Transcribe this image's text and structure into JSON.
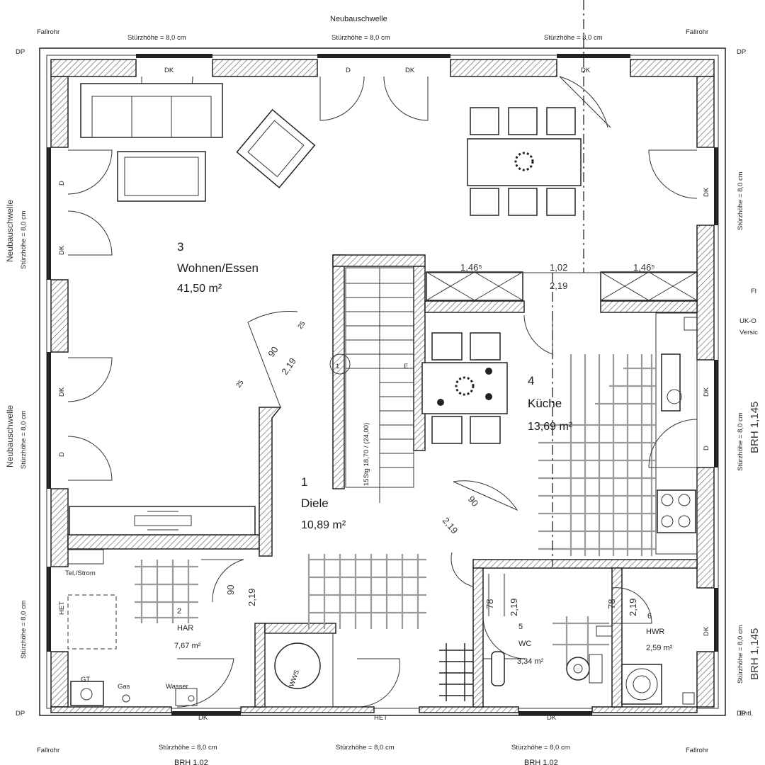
{
  "rooms": [
    {
      "num": "3",
      "name": "Wohnen/Essen",
      "area": "41,50 m²"
    },
    {
      "num": "4",
      "name": "Küche",
      "area": "13,69 m²"
    },
    {
      "num": "1",
      "name": "Diele",
      "area": "10,89 m²"
    },
    {
      "num": "2",
      "name": "HAR",
      "area": "7,67 m²"
    },
    {
      "num": "5",
      "name": "WC",
      "area": "3,34 m²"
    },
    {
      "num": "6",
      "name": "HWR",
      "area": "2,59 m²"
    }
  ],
  "labels": {
    "fallrohr": "Fallrohr",
    "neubauschwelle": "Neubauschwelle",
    "sturzhoehe": "Stürzhöhe = 8,0 cm",
    "sturzhoehe_side": "Stürzhöhe = 8,0 cm",
    "dp": "DP",
    "dk": "DK",
    "d": "D",
    "heizung": "HET",
    "brh_102": "BRH 1,02",
    "brh_1145": "BRH 1,145",
    "stair_dims": "15Stg 18,70 / (24,00)",
    "dim_146": "1,46⁵",
    "dim_102": "1,02",
    "dim_219": "2,19",
    "dim_90": "90",
    "dim_78": "78",
    "dim_25": "25",
    "gt": "GT",
    "gas": "Gas",
    "wasser": "Wasser",
    "wws": "WWS",
    "tel": "Tel./Strom",
    "entl": "Entl.",
    "uk": "UK-O",
    "fl": "Fl",
    "vers": "Versic",
    "stair_num": "1",
    "stair_letter": "E"
  }
}
